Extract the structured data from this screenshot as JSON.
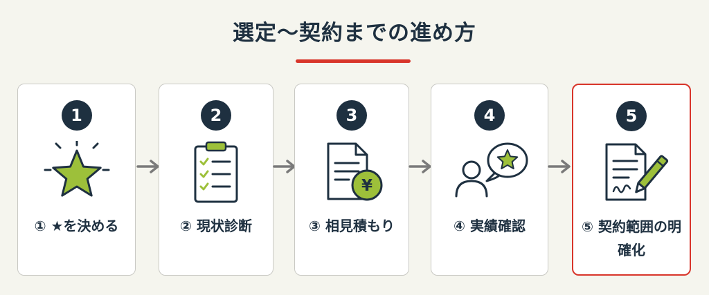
{
  "title": "選定〜契約までの進め方",
  "colors": {
    "navy": "#1e3040",
    "green": "#9dc03a",
    "accent_red": "#d8352a",
    "arrow_gray": "#7a7a7a"
  },
  "steps": [
    {
      "number": "1",
      "label": "① ★を決める",
      "icon": "star-icon"
    },
    {
      "number": "2",
      "label": "② 現状診断",
      "icon": "clipboard-checklist-icon"
    },
    {
      "number": "3",
      "label": "③ 相見積もり",
      "icon": "document-yen-icon"
    },
    {
      "number": "4",
      "label": "④ 実績確認",
      "icon": "person-speech-star-icon"
    },
    {
      "number": "5",
      "label": "⑤ 契約範囲の明確化",
      "icon": "contract-pen-icon"
    }
  ]
}
